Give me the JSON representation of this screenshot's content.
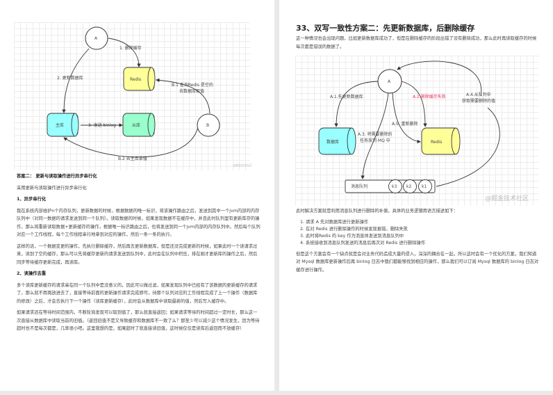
{
  "left_page": {
    "diagram": {
      "node_a": "A",
      "node_b": "B",
      "redis": "Redis",
      "master": "主库",
      "slave": "从库",
      "l1": "1. 删除缓存",
      "l2": "2. 更新数据库",
      "lb1a": "B.1 查询Redis 是空的",
      "lb1b": "去数据库取值",
      "l3": "3. 发送 binlog",
      "lb2": "B.2 去主库拿值",
      "watermark": "@掘金技术社区"
    },
    "heading": "答案二： 更新与读取操作进行异步串行化",
    "intro": "采用更新与读取操作进行异步串行化",
    "s1_title": "1、异步串行化",
    "s1_p1": "我在系统内部维护n个内存队列，更新数据的时候，根据数据的唯一标识，将该操作路由之后，发送到其中一个jvm内部的内存队列中（对同一数据的请求发送到同一个队列）。读取数据的时候，如果发现数据不在缓存中，并且此时队列里有更新库存的操作，那么将重新读取数据+更新缓存的操作，根据唯一标识路由之后，也将发送到同一个jvm内部的内存队列中。然后每个队列对应一个工作线程，每个工作线程串行地拿到对应的操作，然后一条一条的执行。",
    "s1_p2": "这样的话，一个数据变更的操作，先执行删除缓存，然后再去更新数据库，但是还没完成更新的时候，如果此时一个读请求过来，读到了空的缓存，那么可以先将缓存更新的请求发送到队列中，此时会在队列中积压，排在刚才更新库的操作之后，然后同步等待缓存更新完成，再读库。",
    "s2_title": "2、读操作去重",
    "s2_p1": "多个读库更新缓存的请求串在同一个队列中是没意义的，因此可以做过滤，如果发现队列中已经有了该数据的更新缓存的请求了，那么就不用再放进去了，直接等待前面的更新操作请求完成即可，待那个队列对应的工作线程完成了上一个操作（数据库的修改）之后，才会去执行下一个操作（读库更新缓存），此时会从数据库中读取最新的值，然后写入缓存中。",
    "s2_p2": "如果请求还在等待时间范围内，不断轮询发现可以取到值了，那么就直接返回；如果请求等待的时间超过一定时长，那么这一次直接从数据库中读取当前的旧值。（返回旧值不是又导致缓存和数据库不一致了么？那至少可以减少这个情况发生，因为等待超时也不是每次都是，几率很小吧。这里我想的是，如果超时了就直接读旧值，这时候仅仅是读库后返回而不放缓存）"
  },
  "right_page": {
    "title": "33、双写一致性方案二：先更新数据库，后删除缓存",
    "intro": "这一种情况也会出现问题，比如更新数据库成功了，但是在删除缓存的阶段出错了没有删除成功，那么此时再读取缓存的时候每次都是错误的数据了。",
    "diagram": {
      "node_a": "A",
      "db": "数据库",
      "redis": "Redis",
      "mq": "消息队列",
      "k3": "k3",
      "k2": "k2",
      "k1": "k1",
      "a1": "A.1.先更新数据库",
      "a2": "A.2.删除缓存失败",
      "a4a": "A.4.从队列中",
      "a4b": "获取需要删除的值",
      "a5": "A.5. 重新删除",
      "a3a": "A.3. 将需要删除的",
      "a3b": "任务放到 MQ 中",
      "watermark": "@掘金技术社区"
    },
    "lead": "此时解决方案就是利用消息队列进行删除的补偿，具体的业务逻辑用语言描述如下：",
    "steps": [
      "请求 A 先对数据库进行更新操作",
      "在对 Redis 进行删除操作的时候发现报错，删除失败",
      "此时将Redis 的 key 作为消息体发送到消息队列中",
      "系统接收到消息队列发送的消息后再次对 Redis 进行删除操作"
    ],
    "outro": "但是这个方案会有一个缺点就是会对业务代码造成大量的侵入，深深的耦合在一起，所以这时会有一个优化的方案，我们知道对 Mysql 数据库更新操作后再 binlog 日志中我们都能够找到相应的操作，那么我们可以订阅 Mysql 数据库的 binlog 日志对缓存进行操作。"
  },
  "colors": {
    "redis": "#ffff99",
    "master": "#99ffff",
    "slave": "#99ffcc",
    "alert": "#e8325c"
  }
}
